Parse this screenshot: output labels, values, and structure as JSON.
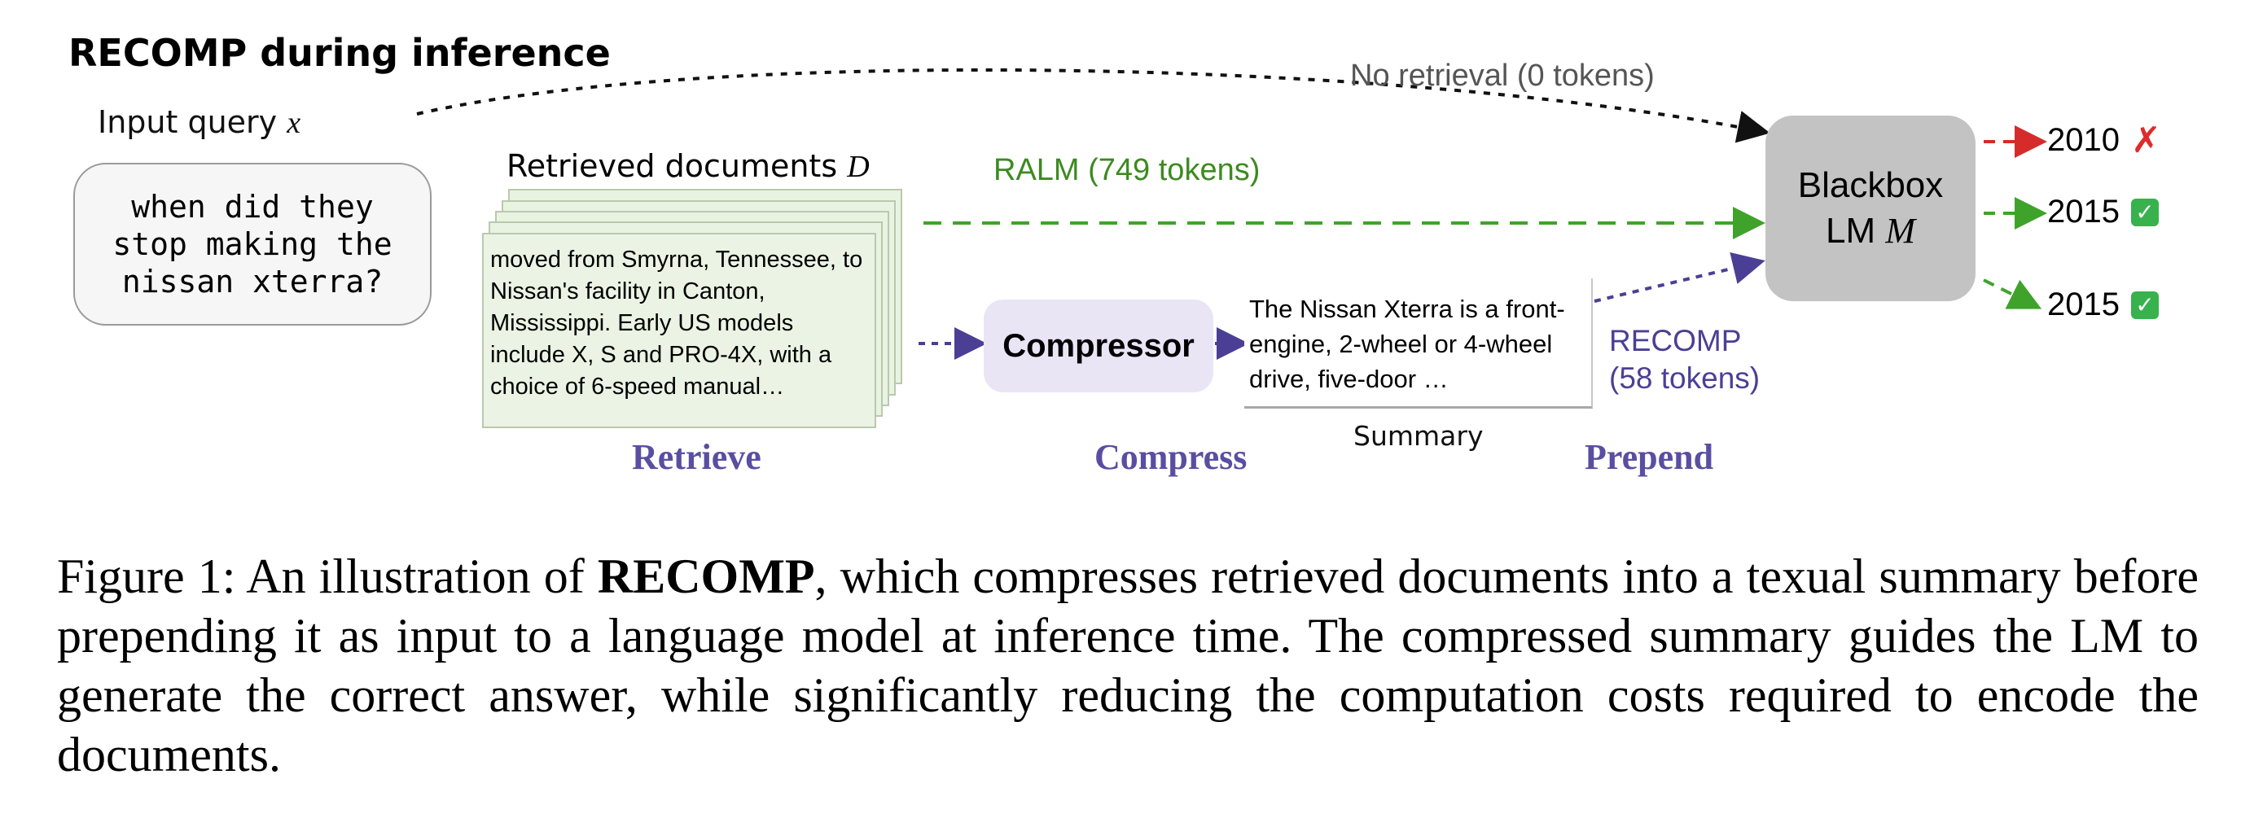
{
  "diagram": {
    "title": "RECOMP during inference",
    "input_label": "Input query",
    "input_var": "x",
    "query": "when did they\nstop making the\nnissan xterra?",
    "retrieved_label": "Retrieved documents",
    "retrieved_var": "D",
    "document_text": "moved from Smyrna, Tennessee, to Nissan's facility in Canton, Mississippi. Early US models include X, S and PRO-4X, with a choice of 6-speed manual…",
    "compressor_label": "Compressor",
    "summary_text": "The Nissan Xterra is a front-engine, 2-wheel or 4-wheel drive, five-door …",
    "summary_label": "Summary",
    "lm_line1": "Blackbox",
    "lm_line2": "LM",
    "lm_var": "M",
    "no_retrieval_label": "No retrieval  (0 tokens)",
    "ralm_label": "RALM  (749 tokens)",
    "recomp_label_1": "RECOMP",
    "recomp_label_2": "(58 tokens)",
    "stages": {
      "retrieve": "Retrieve",
      "compress": "Compress",
      "prepend": "Prepend"
    },
    "answers": [
      {
        "value": "2010",
        "mark": "cross-icon",
        "color": "#d62b2b"
      },
      {
        "value": "2015",
        "mark": "check-icon",
        "color": "#3a9a24"
      },
      {
        "value": "2015",
        "mark": "check-icon",
        "color": "#3a9a24"
      }
    ],
    "colors": {
      "no_retrieval": "#111111",
      "ralm": "#3fa32b",
      "recomp": "#4b3f95",
      "stage": "#5a4ea2",
      "document_fill": "#e9f3e2",
      "compressor_fill": "#e9e5f5",
      "lm_fill": "#c3c3c3"
    }
  },
  "caption": {
    "prefix": "Figure 1: An illustration of ",
    "bold": "RECOMP",
    "rest": ", which compresses retrieved documents into a texual summary before prepending it as input to a language model at inference time. The compressed summary guides the LM to generate the correct answer, while significantly reducing the computation costs required to encode the documents."
  }
}
